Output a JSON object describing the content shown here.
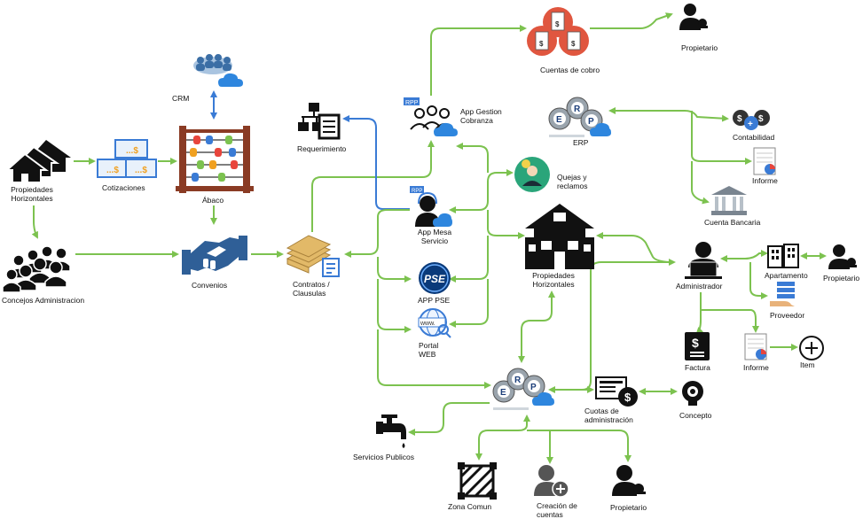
{
  "labels": {
    "propietario_top": "Propietario",
    "cuentas_cobro": "Cuentas de cobro",
    "crm": "CRM",
    "app_gestion_1": "App Gestion",
    "app_gestion_2": "Cobranza",
    "erp_top": "ERP",
    "contabilidad": "Contabilidad",
    "informe_top": "Informe",
    "cuenta_bancaria": "Cuenta Bancaria",
    "requerimiento": "Requerimiento",
    "propiedades_h_left_1": "Propiedades",
    "propiedades_h_left_2": "Horizontales",
    "cotizaciones": "Cotizaciones",
    "abaco": "Ábaco",
    "quejas_1": "Quejas y",
    "quejas_2": "reclamos",
    "app_mesa_1": "App Mesa",
    "app_mesa_2": "Servicio",
    "concejos": "Concejos Administracion",
    "convenios": "Convenios",
    "contratos_1": "Contratos /",
    "contratos_2": "Clausulas",
    "app_pse": "APP PSE",
    "portal_1": "Portal",
    "portal_2": "WEB",
    "propiedades_h_center_1": "Propiedades",
    "propiedades_h_center_2": "Horizontales",
    "administrador": "Administrador",
    "apartamento": "Apartamento",
    "propietario_right": "Propietario",
    "proveedor": "Proveedor",
    "factura": "Factura",
    "informe_bottom": "Informe",
    "item": "Item",
    "cuotas_1": "Cuotas de",
    "cuotas_2": "administración",
    "concepto": "Concepto",
    "servicios_publicos": "Servicios Publicos",
    "zona_comun": "Zona Comun",
    "creacion_1": "Creación de",
    "creacion_2": "cuentas",
    "propietario_bottom": "Propietario",
    "rpp_badge": "RPP",
    "www_text": "www.",
    "pse_text": "PSE",
    "erp_letters": [
      "E",
      "R",
      "P"
    ]
  },
  "icons": {
    "houses": "houses-icon",
    "bills": "bills-icon",
    "abacus": "abacus-icon",
    "team_cloud": "team-cloud-icon",
    "org_chart": "org-chart-icon",
    "agent": "call-agent-icon",
    "coins": "coins-icon",
    "handshake": "handshake-icon",
    "contract": "contract-icon",
    "pse": "pse-logo-icon",
    "web": "web-portal-icon",
    "building": "building-icon",
    "admin": "admin-laptop-icon",
    "user_key": "user-key-icon",
    "invoice": "invoice-icon",
    "report": "report-icon",
    "plus": "plus-circle-icon",
    "cuotas": "fee-document-icon",
    "gear_idea": "idea-gear-icon",
    "tap": "water-tap-icon",
    "grid_area": "common-area-icon",
    "user_add": "user-add-icon",
    "bank": "bank-icon",
    "erp": "erp-gears-icon",
    "apartment": "apartment-icon",
    "supplier": "supplier-icon"
  },
  "colors": {
    "edge": "#7cc24f",
    "edge_alt": "#3a7bd5",
    "cloud": "#2e86de",
    "bill_red": "#e0563f"
  }
}
